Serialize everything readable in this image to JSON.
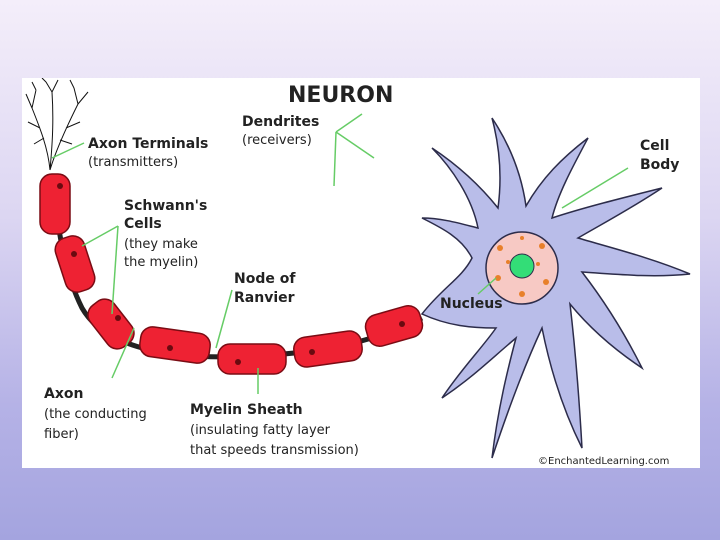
{
  "title": "NEURON",
  "labels": {
    "dendrites": "Dendrites",
    "dendrites_sub": "(receivers)",
    "axon_terminals": "Axon Terminals",
    "axon_terminals_sub": "(transmitters)",
    "schwann_l1": "Schwann's",
    "schwann_l2": "Cells",
    "schwann_sub1": "(they make",
    "schwann_sub2": "the myelin)",
    "node_l1": "Node of",
    "node_l2": "Ranvier",
    "cell_body_l1": "Cell",
    "cell_body_l2": "Body",
    "nucleus": "Nucleus",
    "axon": "Axon",
    "axon_sub1": "(the conducting",
    "axon_sub2": "fiber)",
    "myelin": "Myelin Sheath",
    "myelin_sub1": "(insulating fatty layer",
    "myelin_sub2": "that speeds transmission)",
    "credit": "©EnchantedLearning.com"
  },
  "colors": {
    "cell": "#b9bde9",
    "cell_outline": "#2c2c4a",
    "myelin": "#ee2233",
    "pointer": "#66cc66",
    "nucleus": "#f7c9c4",
    "nucleolus": "#33dd77"
  }
}
